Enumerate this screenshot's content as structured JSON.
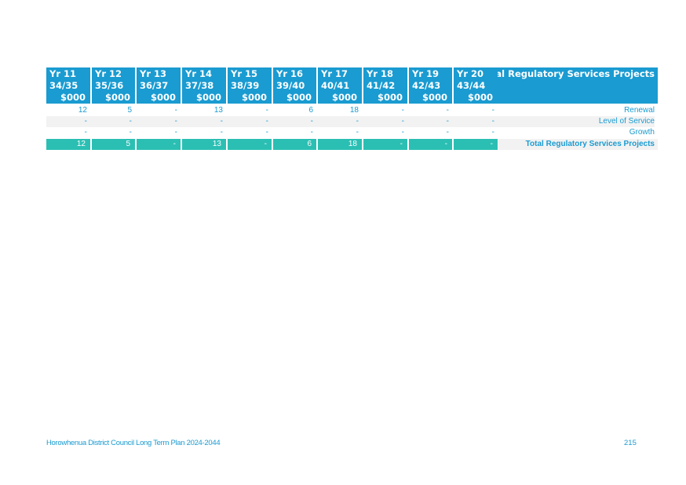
{
  "table": {
    "title": "Total Regulatory Services Projects",
    "columns": [
      {
        "year": "Yr 11",
        "period": "34/35",
        "unit": "$000"
      },
      {
        "year": "Yr 12",
        "period": "35/36",
        "unit": "$000"
      },
      {
        "year": "Yr 13",
        "period": "36/37",
        "unit": "$000"
      },
      {
        "year": "Yr 14",
        "period": "37/38",
        "unit": "$000"
      },
      {
        "year": "Yr 15",
        "period": "38/39",
        "unit": "$000"
      },
      {
        "year": "Yr 16",
        "period": "39/40",
        "unit": "$000"
      },
      {
        "year": "Yr 17",
        "period": "40/41",
        "unit": "$000"
      },
      {
        "year": "Yr 18",
        "period": "41/42",
        "unit": "$000"
      },
      {
        "year": "Yr 19",
        "period": "42/43",
        "unit": "$000"
      },
      {
        "year": "Yr 20",
        "period": "43/44",
        "unit": "$000"
      }
    ],
    "rows": [
      {
        "label": "Renewal",
        "values": [
          "12",
          "5",
          "-",
          "13",
          "-",
          "6",
          "18",
          "-",
          "-",
          "-"
        ]
      },
      {
        "label": "Level of Service",
        "values": [
          "-",
          "-",
          "-",
          "-",
          "-",
          "-",
          "-",
          "-",
          "-",
          "-"
        ]
      },
      {
        "label": "Growth",
        "values": [
          "-",
          "-",
          "-",
          "-",
          "-",
          "-",
          "-",
          "-",
          "-",
          "-"
        ]
      }
    ],
    "total": {
      "label": "Total Regulatory Services Projects",
      "values": [
        "12",
        "5",
        "-",
        "13",
        "-",
        "6",
        "18",
        "-",
        "-",
        "-"
      ]
    }
  },
  "footer": {
    "left": "Horowhenua District Council Long Term Plan 2024-2044",
    "page": "215"
  },
  "colors": {
    "header": "#1a9bd1",
    "total": "#2bbfb3",
    "text": "#1a9bd1"
  }
}
